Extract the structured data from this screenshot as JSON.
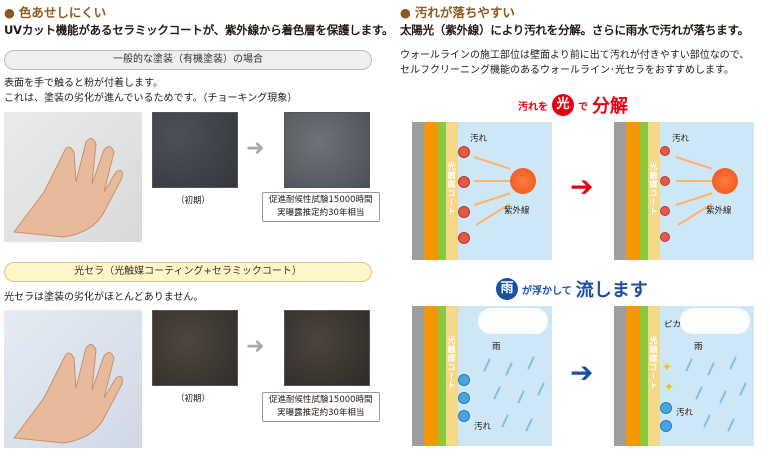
{
  "left": {
    "title": "色あせしにくい",
    "lead": "UVカット機能があるセラミックコートが、紫外線から着色層を保護します。",
    "ordinary": {
      "pill": "一般的な塗装（有機塗装）の場合",
      "text1": "表面を手で触ると粉が付着します。",
      "text2": "これは、塗装の劣化が進んでいるためです。（チョーキング現象）",
      "initial_label": "（初期）",
      "note1": "促進耐候性試験15000時間",
      "note2": "実曝露推定約30年相当"
    },
    "hikari": {
      "pill": "光セラ（光触媒コーティング+セラミックコート）",
      "text1": "光セラは塗装の劣化がほとんどありません。",
      "initial_label": "（初期）",
      "note1": "促進耐候性試験15000時間",
      "note2": "実曝露推定約30年相当"
    }
  },
  "right": {
    "title": "汚れが落ちやすい",
    "lead": "太陽光（紫外線）により汚れを分解。さらに雨水で汚れが落ちます。",
    "text1": "ウォールラインの施工部位は壁面より前に出て汚れが付きやすい部位なので、",
    "text2": "セルフクリーニング機能のあるウォールライン･光セラをおすすめします。",
    "heading1": {
      "pre": "汚れを",
      "badge": "光",
      "mid": "で",
      "big": "分解"
    },
    "heading2": {
      "badge": "雨",
      "mid": "が浮かして",
      "big": "流します"
    },
    "coat_label": "光触媒コート",
    "dirt_label": "汚れ",
    "uv_label": "紫外線",
    "rain_label": "雨",
    "pika_label": "ピカ"
  }
}
